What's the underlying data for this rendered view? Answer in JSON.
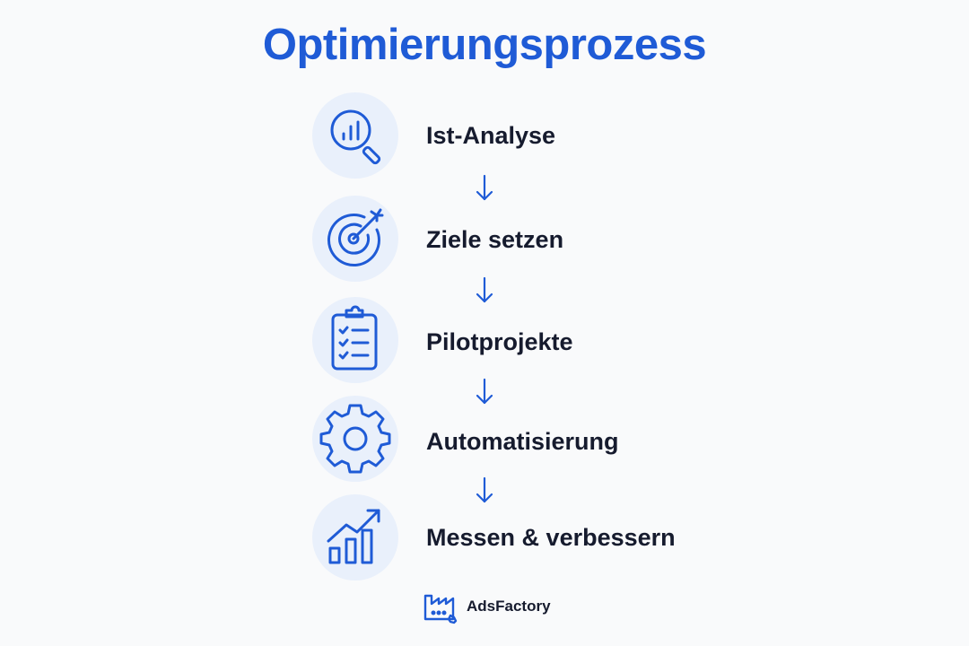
{
  "title": "Optimierungsprozess",
  "colors": {
    "accent": "#1f5bd6",
    "circle_bg": "#e9f0fb",
    "text": "#161b2e",
    "background": "#f9fafb"
  },
  "steps": [
    {
      "label": "Ist-Analyse",
      "icon": "magnifier-chart-icon"
    },
    {
      "label": "Ziele setzen",
      "icon": "target-arrow-icon"
    },
    {
      "label": "Pilotprojekte",
      "icon": "clipboard-checklist-icon"
    },
    {
      "label": "Automatisierung",
      "icon": "gear-icon"
    },
    {
      "label": "Messen & verbessern",
      "icon": "bar-chart-trend-icon"
    }
  ],
  "connector_icon": "arrow-down-icon",
  "brand": {
    "name": "AdsFactory",
    "icon": "factory-logo-icon"
  }
}
